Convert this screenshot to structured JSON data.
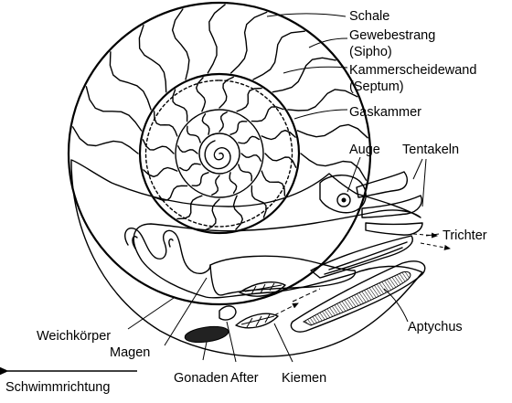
{
  "labels": {
    "schale": "Schale",
    "gewebestrang": "Gewebestrang",
    "sipho": "(Sipho)",
    "kammerscheidewand": "Kammerscheidewand",
    "septum": "(Septum)",
    "gaskammer": "Gaskammer",
    "auge": "Auge",
    "tentakeln": "Tentakeln",
    "trichter": "Trichter",
    "aptychus": "Aptychus",
    "weichkoerper": "Weichkörper",
    "magen": "Magen",
    "gonaden": "Gonaden",
    "after": "After",
    "kiemen": "Kiemen",
    "schwimmrichtung": "Schwimmrichtung"
  }
}
